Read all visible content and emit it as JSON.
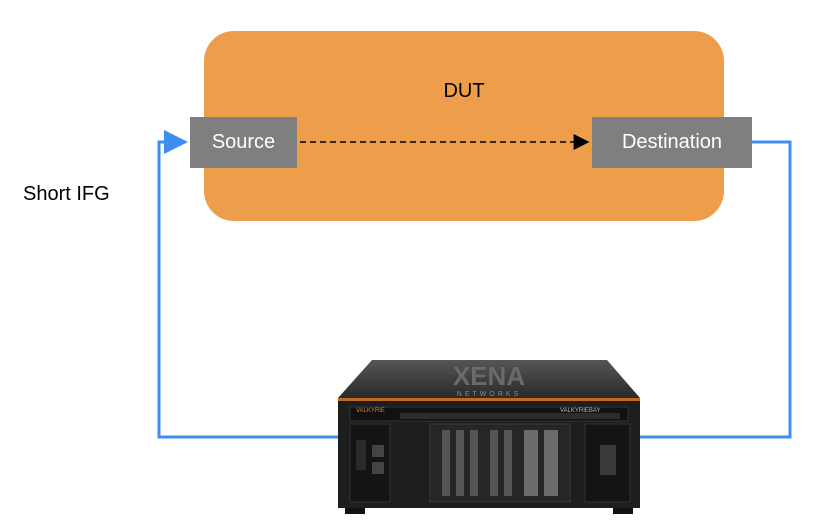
{
  "diagram": {
    "dut_label": "DUT",
    "source_label": "Source",
    "destination_label": "Destination",
    "side_label": "Short IFG",
    "chassis": {
      "brand_text": "XENA",
      "subbrand_text": "NETWORKS",
      "model_left": "VALKYRIE",
      "model_right": "VALKYRIEBAY"
    },
    "colors": {
      "dut_fill": "#EE9E4B",
      "port_fill": "#7F7F7F",
      "link_line": "#3D8EF0",
      "chassis_body": "#1E1E1E"
    }
  }
}
